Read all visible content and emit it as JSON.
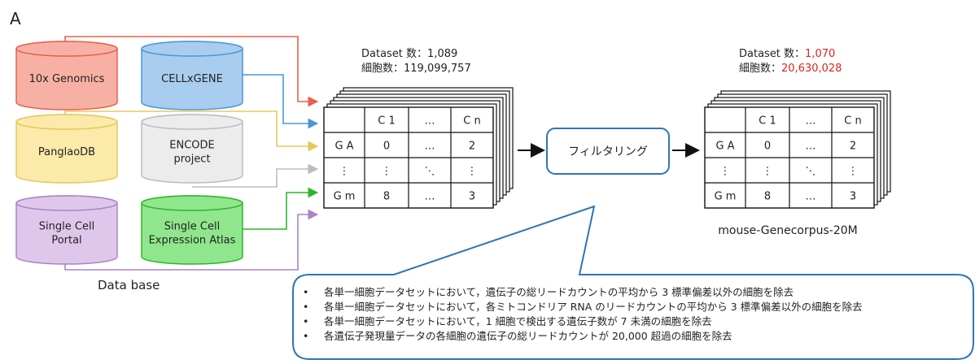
{
  "panel_label": "A",
  "databases": [
    {
      "label": "10x Genomics",
      "lines": [
        "10x Genomics"
      ],
      "fill": "#f7b1a4",
      "stroke": "#e8604c"
    },
    {
      "label": "CELLxGENE",
      "lines": [
        "CELLxGENE"
      ],
      "fill": "#a9cdef",
      "stroke": "#4a97d9"
    },
    {
      "label": "PanglaoDB",
      "lines": [
        "PanglaoDB"
      ],
      "fill": "#fbeaa9",
      "stroke": "#e5c85c"
    },
    {
      "label": "ENCODE project",
      "lines": [
        "ENCODE",
        "project"
      ],
      "fill": "#ececec",
      "stroke": "#bdbdbd"
    },
    {
      "label": "Single Cell Portal",
      "lines": [
        "Single Cell",
        "Portal"
      ],
      "fill": "#dfc7ec",
      "stroke": "#a884c7"
    },
    {
      "label": "Single Cell Expression Atlas",
      "lines": [
        "Single Cell",
        "Expression Atlas"
      ],
      "fill": "#8fe68d",
      "stroke": "#2fb52a"
    }
  ],
  "database_caption": "Data base",
  "colors": {
    "red": "#e8604c",
    "blue": "#4a97d9",
    "yellow": "#e5c85c",
    "gray": "#bdbdbd",
    "green": "#2fb52a",
    "purple": "#a884c7",
    "filter_border": "#2e75b6",
    "highlight": "#e3211c"
  },
  "input_stats": {
    "dataset_label": "Dataset 数：",
    "dataset_value": "1,089",
    "cells_label": "細胞数：",
    "cells_value": "119,099,757"
  },
  "output_stats": {
    "dataset_label": "Dataset 数：",
    "dataset_value": "1,070",
    "cells_label": "細胞数：",
    "cells_value": "20,630,028"
  },
  "matrix": {
    "header": [
      "",
      "C 1",
      "…",
      "C n"
    ],
    "rows": [
      [
        "G A",
        "0",
        "…",
        "2"
      ],
      [
        "⋮",
        "⋮",
        "⋱",
        "⋮"
      ],
      [
        "G m",
        "8",
        "…",
        "3"
      ]
    ]
  },
  "filter_label": "フィルタリング",
  "output_name": "mouse-Genecorpus-20M",
  "criteria": [
    "各単一細胞データセットにおいて，遺伝子の総リードカウントの平均から 3 標準偏差以外の細胞を除去",
    "各単一細胞データセットにおいて，各ミトコンドリア RNA のリードカウントの平均から 3 標準偏差以外の細胞を除去",
    "各単一細胞データセットにおいて，1 細胞で検出する遺伝子数が 7 未満の細胞を除去",
    "各遺伝子発現量データの各細胞の遺伝子の総リードカウントが 20,000 超過の細胞を除去"
  ],
  "bullet": "•"
}
